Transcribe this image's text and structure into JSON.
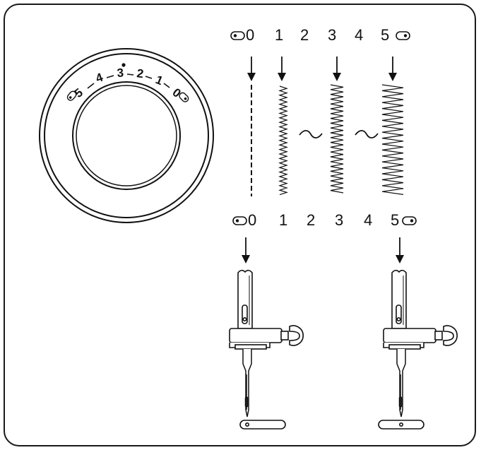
{
  "dial": {
    "labels": [
      "5",
      "4",
      "3",
      "2",
      "1",
      "0"
    ],
    "default_marker": "3"
  },
  "scale_top": {
    "labels": [
      "0",
      "1",
      "2",
      "3",
      "4",
      "5"
    ]
  },
  "scale_bottom": {
    "labels": [
      "0",
      "1",
      "2",
      "3",
      "4",
      "5"
    ]
  },
  "stitches": [
    "straight-dashed",
    "narrow-zigzag",
    "medium-zigzag",
    "wide-zigzag"
  ],
  "needle_positions": [
    "left",
    "right"
  ],
  "colors": {
    "ink": "#111111",
    "background": "#ffffff"
  },
  "icons": [
    "left-position-icon",
    "right-position-icon",
    "arrow-down-icon",
    "tilde-icon",
    "needle-clamp-icon",
    "needle-plate-slot-icon"
  ]
}
